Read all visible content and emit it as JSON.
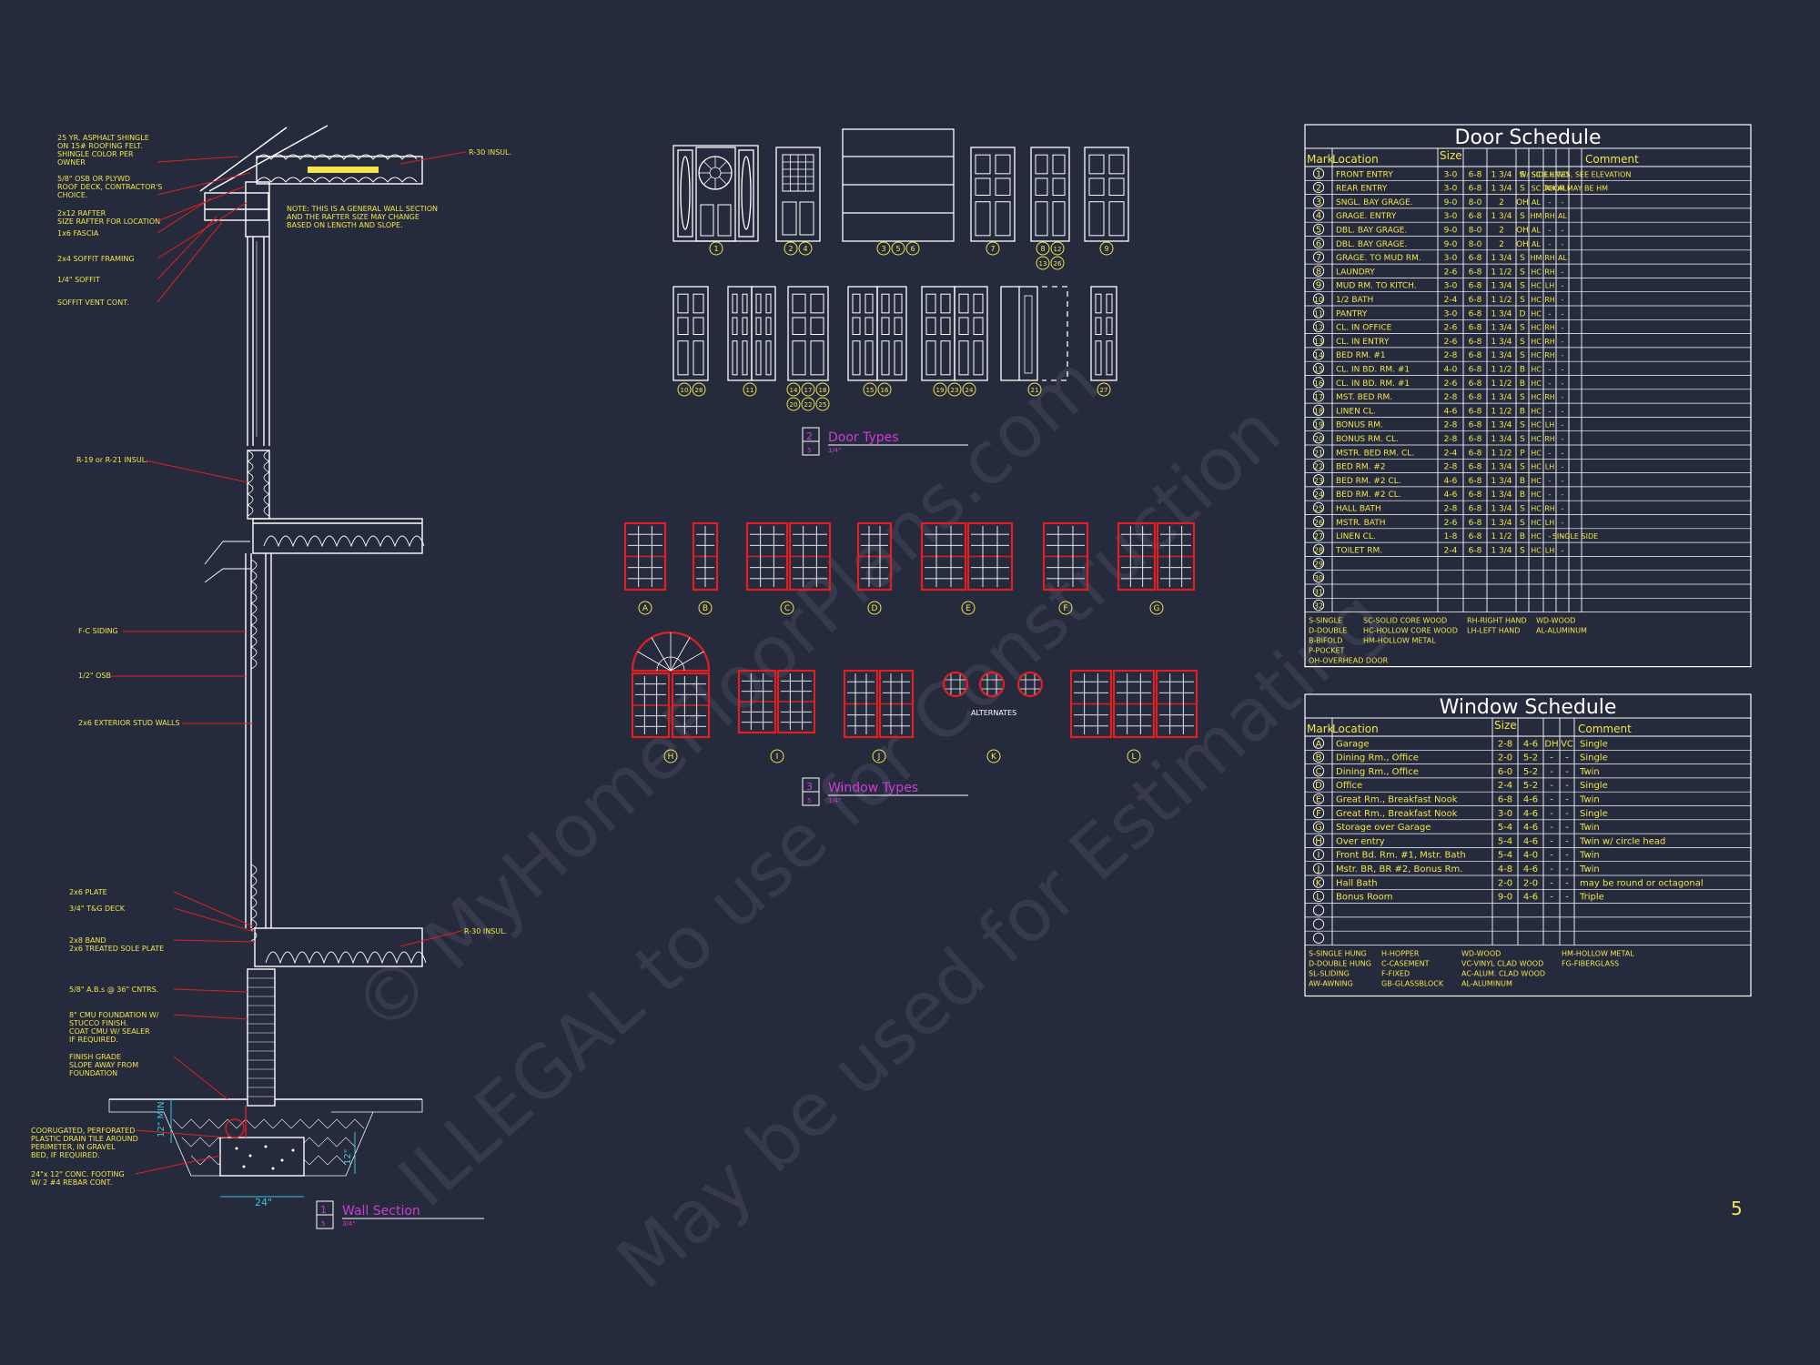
{
  "wall_section": {
    "callouts_top": [
      "25 YR. ASPHALT SHINGLE|ON 15# ROOFING FELT.|SHINGLE COLOR PER|OWNER",
      "5/8\" OSB OR PLYWD|ROOF DECK, CONTRACTOR'S|CHOICE.",
      "2x12 RAFTER|SIZE RAFTER FOR LOCATION",
      "1x6 FASCIA",
      "2x4 SOFFIT FRAMING",
      "1/4\" SOFFIT",
      "SOFFIT VENT CONT."
    ],
    "r30_top": "R-30 INSUL.",
    "note": "NOTE: THIS IS A GENERAL WALL SECTION|AND THE RAFTER SIZE MAY CHANGE|BASED ON LENGTH AND SLOPE.",
    "r19": "R-19 or R-21 INSUL.",
    "siding": "F-C SIDING",
    "osb": "1/2\" OSB",
    "studs": "2x6 EXTERIOR STUD WALLS",
    "callouts_bottom": [
      "2x6 PLATE",
      "3/4\" T&G DECK",
      "2x8 BAND|2x6 TREATED SOLE PLATE",
      "5/8\" A.B.s @ 36\" CNTRS.",
      "8\" CMU FOUNDATION W/|STUCCO FINISH.|COAT CMU W/ SEALER|IF REQUIRED.",
      "FINISH GRADE|SLOPE AWAY FROM|FOUNDATION",
      "COORUGATED, PERFORATED|PLASTIC DRAIN TILE AROUND|PERIMETER, IN GRAVEL|BED, IF REQUIRED.",
      "24\"x 12\" CONC. FOOTING|W/ 2 #4 REBAR CONT."
    ],
    "r30_bottom": "R-30 INSUL.",
    "dim_12min": "12\" MIN.",
    "dim_12": "12\"",
    "dim_24": "24\"",
    "title": "Wall Section",
    "title_num": "1",
    "title_sub": "5",
    "scale": "3/4\""
  },
  "door_types": {
    "title": "Door Types",
    "num": "2",
    "sub": "5",
    "scale": "1/4\"",
    "row1_labels": [
      "1",
      "2 4",
      "3 5 6",
      "7",
      "8 12|13 26",
      "9"
    ],
    "row2_labels": [
      "10 28",
      "11",
      "14 17 18|20 22 25",
      "15 16",
      "19 23 24",
      "21",
      "27"
    ]
  },
  "window_types": {
    "title": "Window Types",
    "num": "3",
    "sub": "5",
    "scale": "1/4\"",
    "row1_labels": [
      "A",
      "B",
      "C",
      "D",
      "E",
      "F",
      "G"
    ],
    "row2_labels": [
      "H",
      "I",
      "J",
      "K",
      "L"
    ],
    "alternates": "ALTERNATES"
  },
  "door_schedule": {
    "title": "Door Schedule",
    "headers": [
      "Mark",
      "Location",
      "Size",
      "Comment"
    ],
    "rows": [
      [
        "1",
        "FRONT ENTRY",
        "3-0",
        "6-8",
        "1 3/4",
        "S",
        "SC",
        "LH",
        "WD",
        "W/ SIDE LITES, SEE ELEVATION"
      ],
      [
        "2",
        "REAR ENTRY",
        "3-0",
        "6-8",
        "1 3/4",
        "S",
        "SC",
        "RH",
        "AL",
        "DOOR MAY BE HM"
      ],
      [
        "3",
        "SNGL. BAY GRAGE.",
        "9-0",
        "8-0",
        "2",
        "OH",
        "AL",
        "-",
        "-",
        ""
      ],
      [
        "4",
        "GRAGE. ENTRY",
        "3-0",
        "6-8",
        "1 3/4",
        "S",
        "HM",
        "RH",
        "AL",
        ""
      ],
      [
        "5",
        "DBL. BAY GRAGE.",
        "9-0",
        "8-0",
        "2",
        "OH",
        "AL",
        "-",
        "-",
        ""
      ],
      [
        "6",
        "DBL. BAY GRAGE.",
        "9-0",
        "8-0",
        "2",
        "OH",
        "AL",
        "-",
        "-",
        ""
      ],
      [
        "7",
        "GRAGE. TO MUD RM.",
        "3-0",
        "6-8",
        "1 3/4",
        "S",
        "HM",
        "RH",
        "AL",
        ""
      ],
      [
        "8",
        "LAUNDRY",
        "2-6",
        "6-8",
        "1 1/2",
        "S",
        "HC",
        "RH",
        "-",
        ""
      ],
      [
        "9",
        "MUD RM. TO KITCH.",
        "3-0",
        "6-8",
        "1 3/4",
        "S",
        "HC",
        "LH",
        "-",
        ""
      ],
      [
        "10",
        "1/2 BATH",
        "2-4",
        "6-8",
        "1 1/2",
        "S",
        "HC",
        "RH",
        "-",
        ""
      ],
      [
        "11",
        "PANTRY",
        "3-0",
        "6-8",
        "1 3/4",
        "D",
        "HC",
        "-",
        "-",
        ""
      ],
      [
        "12",
        "CL. IN OFFICE",
        "2-6",
        "6-8",
        "1 3/4",
        "S",
        "HC",
        "RH",
        "-",
        ""
      ],
      [
        "13",
        "CL. IN ENTRY",
        "2-6",
        "6-8",
        "1 3/4",
        "S",
        "HC",
        "RH",
        "-",
        ""
      ],
      [
        "14",
        "BED RM. #1",
        "2-8",
        "6-8",
        "1 3/4",
        "S",
        "HC",
        "RH",
        "-",
        ""
      ],
      [
        "15",
        "CL. IN BD. RM. #1",
        "4-0",
        "6-8",
        "1 1/2",
        "B",
        "HC",
        "-",
        "-",
        ""
      ],
      [
        "16",
        "CL. IN BD. RM. #1",
        "2-6",
        "6-8",
        "1 1/2",
        "B",
        "HC",
        "-",
        "-",
        ""
      ],
      [
        "17",
        "MST. BED RM.",
        "2-8",
        "6-8",
        "1 3/4",
        "S",
        "HC",
        "RH",
        "-",
        ""
      ],
      [
        "18",
        "LINEN CL.",
        "4-6",
        "6-8",
        "1 1/2",
        "B",
        "HC",
        "-",
        "-",
        ""
      ],
      [
        "19",
        "BONUS RM.",
        "2-8",
        "6-8",
        "1 3/4",
        "S",
        "HC",
        "LH",
        "-",
        ""
      ],
      [
        "20",
        "BONUS RM. CL.",
        "2-8",
        "6-8",
        "1 3/4",
        "S",
        "HC",
        "RH",
        "-",
        ""
      ],
      [
        "21",
        "MSTR. BED RM. CL.",
        "2-4",
        "6-8",
        "1 1/2",
        "P",
        "HC",
        "-",
        "-",
        ""
      ],
      [
        "22",
        "BED RM. #2",
        "2-8",
        "6-8",
        "1 3/4",
        "S",
        "HC",
        "LH",
        "-",
        ""
      ],
      [
        "23",
        "BED RM. #2 CL.",
        "4-6",
        "6-8",
        "1 3/4",
        "B",
        "HC",
        "-",
        "-",
        ""
      ],
      [
        "24",
        "BED RM. #2 CL.",
        "4-6",
        "6-8",
        "1 3/4",
        "B",
        "HC",
        "-",
        "-",
        ""
      ],
      [
        "25",
        "HALL BATH",
        "2-8",
        "6-8",
        "1 3/4",
        "S",
        "HC",
        "RH",
        "-",
        ""
      ],
      [
        "26",
        "MSTR. BATH",
        "2-6",
        "6-8",
        "1 3/4",
        "S",
        "HC",
        "LH",
        "-",
        ""
      ],
      [
        "27",
        "LINEN CL.",
        "1-8",
        "6-8",
        "1 1/2",
        "B",
        "HC",
        "-",
        "-",
        "SINGLE SIDE"
      ],
      [
        "28",
        "TOILET RM.",
        "2-4",
        "6-8",
        "1 3/4",
        "S",
        "HC",
        "LH",
        "-",
        ""
      ],
      [
        "29",
        "",
        "",
        "",
        "",
        "",
        "",
        "",
        "",
        ""
      ],
      [
        "30",
        "",
        "",
        "",
        "",
        "",
        "",
        "",
        "",
        ""
      ],
      [
        "31",
        "",
        "",
        "",
        "",
        "",
        "",
        "",
        "",
        ""
      ],
      [
        "32",
        "",
        "",
        "",
        "",
        "",
        "",
        "",
        "",
        ""
      ]
    ],
    "legend": [
      [
        "S-SINGLE",
        "SC-SOLID CORE WOOD",
        "RH-RIGHT HAND",
        "WD-WOOD"
      ],
      [
        "D-DOUBLE",
        "HC-HOLLOW CORE WOOD",
        "LH-LEFT HAND",
        "AL-ALUMINUM"
      ],
      [
        "B-BIFOLD",
        "HM-HOLLOW METAL",
        "",
        ""
      ],
      [
        "P-POCKET",
        "",
        "",
        ""
      ],
      [
        "OH-OVERHEAD DOOR",
        "",
        "",
        ""
      ]
    ]
  },
  "window_schedule": {
    "title": "Window Schedule",
    "headers": [
      "Mark",
      "Location",
      "Size",
      "Comment"
    ],
    "rows": [
      [
        "A",
        "Garage",
        "2-8",
        "4-6",
        "DH",
        "VC",
        "Single"
      ],
      [
        "B",
        "Dining Rm., Office",
        "2-0",
        "5-2",
        "-",
        "-",
        "Single"
      ],
      [
        "C",
        "Dining Rm., Office",
        "6-0",
        "5-2",
        "-",
        "-",
        "Twin"
      ],
      [
        "D",
        "Office",
        "2-4",
        "5-2",
        "-",
        "-",
        "Single"
      ],
      [
        "E",
        "Great Rm., Breakfast Nook",
        "6-8",
        "4-6",
        "-",
        "-",
        "Twin"
      ],
      [
        "F",
        "Great Rm., Breakfast Nook",
        "3-0",
        "4-6",
        "-",
        "-",
        "Single"
      ],
      [
        "G",
        "Storage over Garage",
        "5-4",
        "4-6",
        "-",
        "-",
        "Twin"
      ],
      [
        "H",
        "Over entry",
        "5-4",
        "4-6",
        "-",
        "-",
        "Twin w/ circle head"
      ],
      [
        "I",
        "Front Bd. Rm. #1, Mstr. Bath",
        "5-4",
        "4-0",
        "-",
        "-",
        "Twin"
      ],
      [
        "J",
        "Mstr. BR, BR #2, Bonus Rm.",
        "4-8",
        "4-6",
        "-",
        "-",
        "Twin"
      ],
      [
        "K",
        "Hall Bath",
        "2-0",
        "2-0",
        "-",
        "-",
        "may be round or octagonal"
      ],
      [
        "L",
        "Bonus Room",
        "9-0",
        "4-6",
        "-",
        "-",
        "Triple"
      ],
      [
        "",
        "",
        "",
        "",
        "",
        "",
        ""
      ],
      [
        "",
        "",
        "",
        "",
        "",
        "",
        ""
      ],
      [
        "",
        "",
        "",
        "",
        "",
        "",
        ""
      ]
    ],
    "legend": [
      [
        "S-SINGLE HUNG",
        "H-HOPPER",
        "WD-WOOD",
        "HM-HOLLOW METAL"
      ],
      [
        "D-DOUBLE HUNG",
        "C-CASEMENT",
        "VC-VINYL CLAD WOOD",
        "FG-FIBERGLASS"
      ],
      [
        "SL-SLIDING",
        "F-FIXED",
        "AC-ALUM. CLAD WOOD",
        ""
      ],
      [
        "AW-AWNING",
        "GB-GLASSBLOCK",
        "AL-ALUMINUM",
        ""
      ]
    ]
  },
  "watermark": [
    "© MyHomeFloorPlans.com",
    "ILLEGAL to use for Construction",
    "May be used for Estimating"
  ],
  "sheet_number": "5",
  "colors": {
    "background": "#252a3d",
    "line": "#ffffff",
    "red": "#e02020",
    "yellow": "#f2e64a",
    "magenta": "#d13bd6",
    "cyan": "#3ec7d6"
  }
}
